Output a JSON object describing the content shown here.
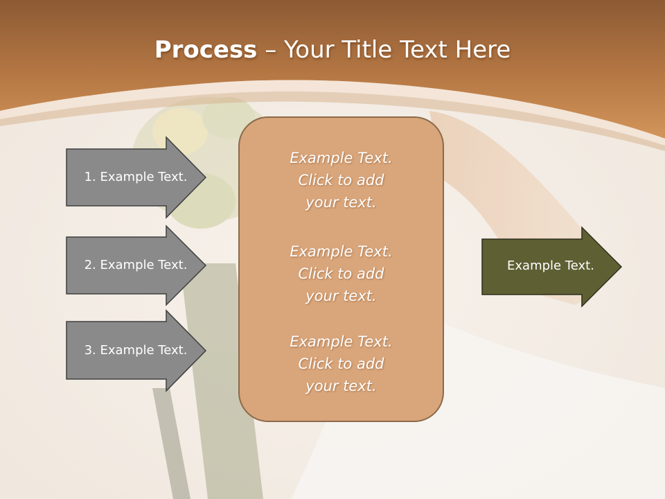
{
  "title": {
    "bold": "Process",
    "rest": " – Your Title Text Here"
  },
  "steps": [
    {
      "label": "1. Example Text."
    },
    {
      "label": "2. Example Text."
    },
    {
      "label": "3. Example Text."
    }
  ],
  "center_box": {
    "blocks": [
      {
        "lines": [
          "Example Text.",
          "Click  to add",
          "your text."
        ]
      },
      {
        "lines": [
          "Example Text.",
          "Click  to add",
          "your text."
        ]
      },
      {
        "lines": [
          "Example Text.",
          "Click  to add",
          "your text."
        ]
      }
    ]
  },
  "result": {
    "label": "Example Text."
  },
  "colors": {
    "banner": "#c98d55",
    "step_arrow": "#8a8a8a",
    "center_box": "#d9a57a",
    "result_arrow": "#5e5f33"
  }
}
